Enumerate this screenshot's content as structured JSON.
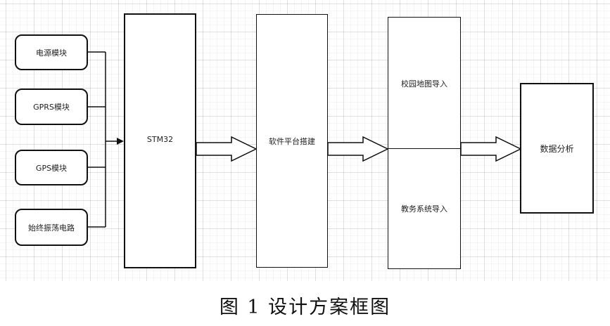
{
  "diagram": {
    "inputs": [
      "电源模块",
      "GPRS模块",
      "GPS模块",
      "始终振荡电路"
    ],
    "mcu": "STM32",
    "platform": "软件平台搭建",
    "imports": [
      "校园地图导入",
      "教务系统导入"
    ],
    "analysis": "数据分析",
    "colors": {
      "line": "#111111",
      "background": "#ffffff",
      "grid": "#e6e6e6"
    }
  },
  "caption": "图 1 设计方案框图"
}
